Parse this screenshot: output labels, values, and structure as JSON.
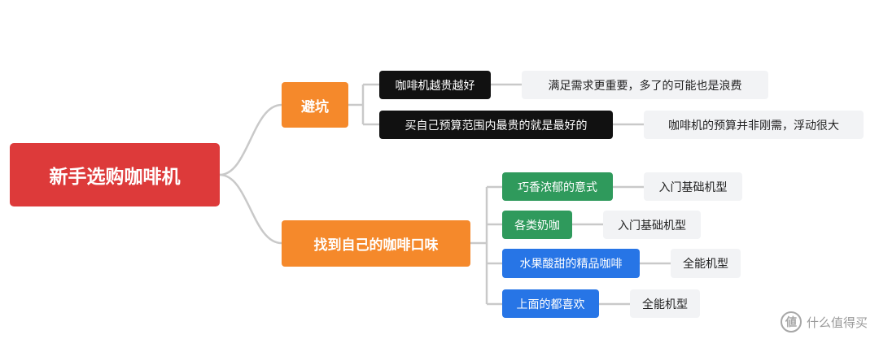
{
  "root": {
    "label": "新手选购咖啡机"
  },
  "branches": {
    "avoid": {
      "label": "避坑",
      "items": [
        {
          "label": "咖啡机越贵越好",
          "note": "满足需求更重要，多了的可能也是浪费"
        },
        {
          "label": "买自己预算范围内最贵的就是最好的",
          "note": "咖啡机的预算并非刚需，浮动很大"
        }
      ]
    },
    "taste": {
      "label": "找到自己的咖啡口味",
      "items": [
        {
          "label": "巧香浓郁的意式",
          "note": "入门基础机型",
          "color": "#2f9a5c"
        },
        {
          "label": "各类奶咖",
          "note": "入门基础机型",
          "color": "#2f9a5c"
        },
        {
          "label": "水果酸甜的精品咖啡",
          "note": "全能机型",
          "color": "#2775e6"
        },
        {
          "label": "上面的都喜欢",
          "note": "全能机型",
          "color": "#2775e6"
        }
      ]
    }
  },
  "colors": {
    "root": "#dd3a3a",
    "branch": "#f5892b",
    "avoid_leaf": "#111111",
    "connector": "#c9c9c9",
    "note_bg": "#f2f3f5"
  },
  "watermark": {
    "icon": "zhide-logo-icon",
    "text": "什么值得买"
  }
}
